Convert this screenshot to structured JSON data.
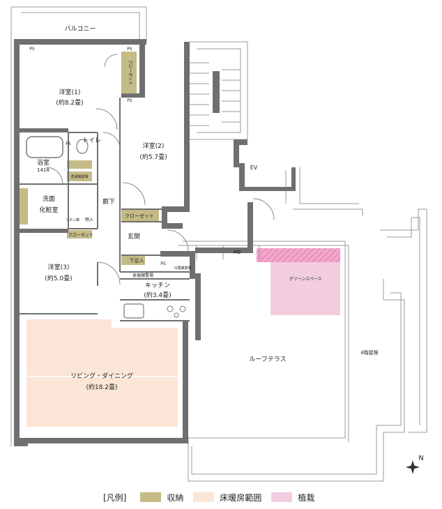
{
  "colors": {
    "storage": "#c4bb86",
    "floor_heating": "#fbe5d7",
    "planting": "#f2cde0",
    "planting_hatch": "#ea86b7",
    "wall": "#6f6f6f",
    "line": "#9a9a9a"
  },
  "rooms": {
    "balcony": "バルコニー",
    "western1_name": "洋室(1)",
    "western1_area": "(約8.2畳)",
    "western2_name": "洋室(2)",
    "western2_area": "(約5.7畳)",
    "western3_name": "洋室(3)",
    "western3_area": "(約5.0畳)",
    "toilet": "トイレ",
    "bath_name": "浴室",
    "bath_size": "1418",
    "washroom_line1": "洗面",
    "washroom_line2": "化粧室",
    "hallway": "廊下",
    "entrance": "玄関",
    "kitchen_name": "キッチン",
    "kitchen_area": "(約3.4畳)",
    "living_name": "リビング・ダイニング",
    "living_area": "(約18.2畳)",
    "roof_terrace": "ルーフテラス",
    "green_space": "グリーンスペース",
    "ev": "EV",
    "mb": "MB",
    "fourth_floor_roof": "4階屋根"
  },
  "fixtures": {
    "closet": "クローゼット",
    "shoe_cabinet": "下足入",
    "storage_small": "物入",
    "linen": "リネン庫",
    "washer": "洗濯機置場",
    "ps": "PS",
    "fridge": "冷蔵庫置場",
    "pantry": "食器棚置場"
  },
  "legend": {
    "title": "[凡例]",
    "items": [
      {
        "label": "収納",
        "color": "#c4bb86"
      },
      {
        "label": "床暖房範囲",
        "color": "#fbe5d7"
      },
      {
        "label": "植栽",
        "color": "#f2cde0"
      }
    ]
  },
  "compass": {
    "label": "N"
  }
}
